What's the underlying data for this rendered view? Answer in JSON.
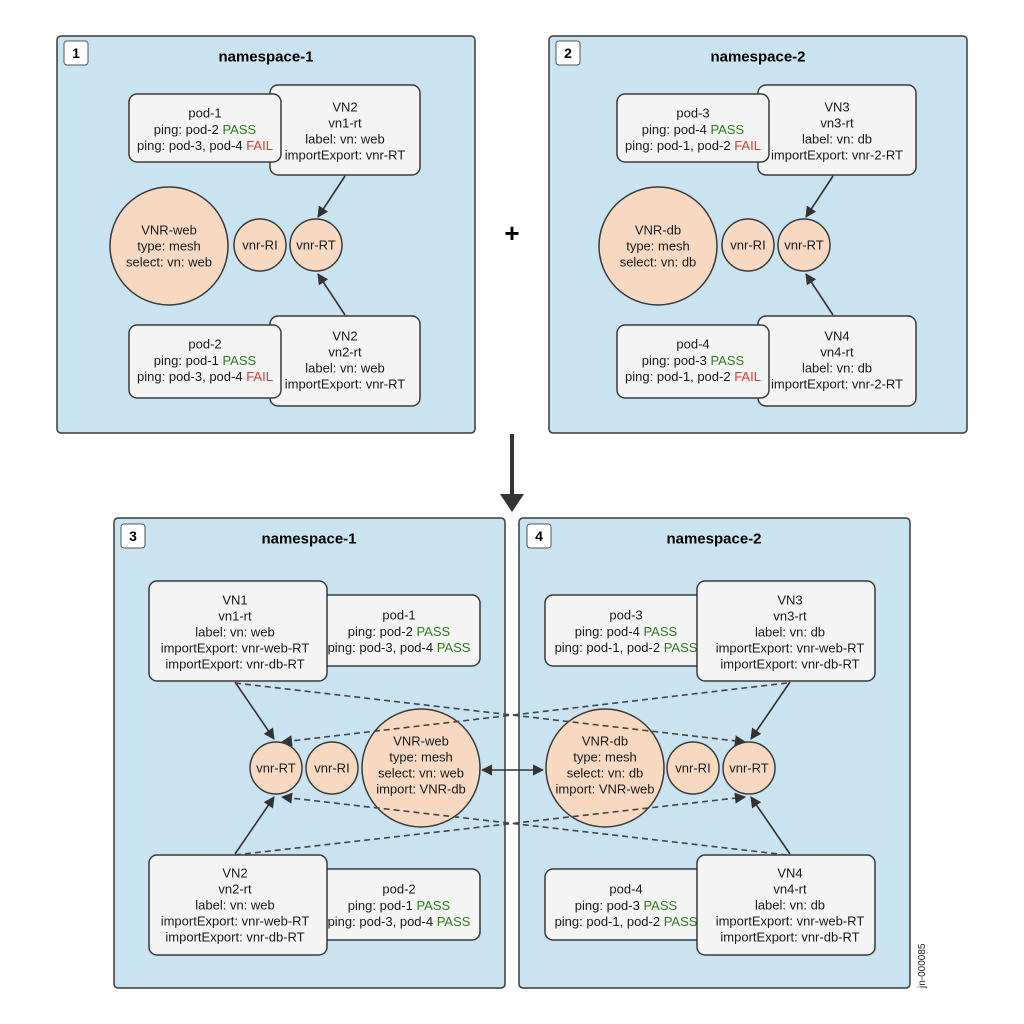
{
  "panels": {
    "p1": {
      "badge": "1",
      "title": "namespace-1"
    },
    "p2": {
      "badge": "2",
      "title": "namespace-2"
    },
    "p3": {
      "badge": "3",
      "title": "namespace-1"
    },
    "p4": {
      "badge": "4",
      "title": "namespace-2"
    }
  },
  "plus_sign": "+",
  "p1": {
    "pod1": {
      "l1": "pod-1",
      "l2": "ping: pod-2 ",
      "l2s": "PASS",
      "l3": "ping: pod-3, pod-4 ",
      "l3s": "FAIL"
    },
    "vn_top": {
      "l1": "VN2",
      "l2": "vn1-rt",
      "l3": "label: vn: web",
      "l4": "importExport: vnr-RT"
    },
    "vnr": {
      "l1": "VNR-web",
      "l2": "type: mesh",
      "l3": "select: vn: web"
    },
    "ri": "vnr-RI",
    "rt": "vnr-RT",
    "pod2": {
      "l1": "pod-2",
      "l2": "ping: pod-1 ",
      "l2s": "PASS",
      "l3": "ping: pod-3, pod-4 ",
      "l3s": "FAIL"
    },
    "vn_bottom": {
      "l1": "VN2",
      "l2": "vn2-rt",
      "l3": "label: vn: web",
      "l4": "importExport: vnr-RT"
    }
  },
  "p2": {
    "pod3": {
      "l1": "pod-3",
      "l2": "ping: pod-4 ",
      "l2s": "PASS",
      "l3": "ping: pod-1, pod-2 ",
      "l3s": "FAIL"
    },
    "vn_top": {
      "l1": "VN3",
      "l2": "vn3-rt",
      "l3": "label: vn: db",
      "l4": "importExport: vnr-2-RT"
    },
    "vnr": {
      "l1": "VNR-db",
      "l2": "type: mesh",
      "l3": "select: vn: db"
    },
    "ri": "vnr-RI",
    "rt": "vnr-RT",
    "pod4": {
      "l1": "pod-4",
      "l2": "ping: pod-3 ",
      "l2s": "PASS",
      "l3": "ping: pod-1, pod-2 ",
      "l3s": "FAIL"
    },
    "vn_bottom": {
      "l1": "VN4",
      "l2": "vn4-rt",
      "l3": "label: vn: db",
      "l4": "importExport: vnr-2-RT"
    }
  },
  "p3": {
    "vn_top": {
      "l1": "VN1",
      "l2": "vn1-rt",
      "l3": "label: vn: web",
      "l4": "importExport: vnr-web-RT",
      "l5": "importExport: vnr-db-RT"
    },
    "pod1": {
      "l1": "pod-1",
      "l2": "ping: pod-2 ",
      "l2s": "PASS",
      "l3": "ping: pod-3, pod-4 ",
      "l3s": "PASS"
    },
    "rt": "vnr-RT",
    "ri": "vnr-RI",
    "vnr": {
      "l1": "VNR-web",
      "l2": "type: mesh",
      "l3": "select: vn: web",
      "l4": "import: VNR-db"
    },
    "vn_bottom": {
      "l1": "VN2",
      "l2": "vn2-rt",
      "l3": "label: vn: web",
      "l4": "importExport: vnr-web-RT",
      "l5": "importExport: vnr-db-RT"
    },
    "pod2": {
      "l1": "pod-2",
      "l2": "ping: pod-1 ",
      "l2s": "PASS",
      "l3": "ping: pod-3, pod-4 ",
      "l3s": "PASS"
    }
  },
  "p4": {
    "pod3": {
      "l1": "pod-3",
      "l2": "ping: pod-4 ",
      "l2s": "PASS",
      "l3": "ping: pod-1, pod-2 ",
      "l3s": "PASS"
    },
    "vn_top": {
      "l1": "VN3",
      "l2": "vn3-rt",
      "l3": "label: vn: db",
      "l4": "importExport: vnr-web-RT",
      "l5": "importExport: vnr-db-RT"
    },
    "vnr": {
      "l1": "VNR-db",
      "l2": "type: mesh",
      "l3": "select: vn: db",
      "l4": "import: VNR-web"
    },
    "ri": "vnr-RI",
    "rt": "vnr-RT",
    "pod4": {
      "l1": "pod-4",
      "l2": "ping: pod-3 ",
      "l2s": "PASS",
      "l3": "ping: pod-1, pod-2 ",
      "l3s": "PASS"
    },
    "vn_bottom": {
      "l1": "VN4",
      "l2": "vn4-rt",
      "l3": "label: vn: db",
      "l4": "importExport: vnr-web-RT",
      "l5": "importExport: vnr-db-RT"
    }
  },
  "watermark": "jn-000085",
  "colors": {
    "panel": "#c9e3f1",
    "node_box": "#f4f4f4",
    "vnr_circle": "#f7d9c2",
    "pass": "#2e7d1f",
    "fail": "#d93a2b"
  }
}
